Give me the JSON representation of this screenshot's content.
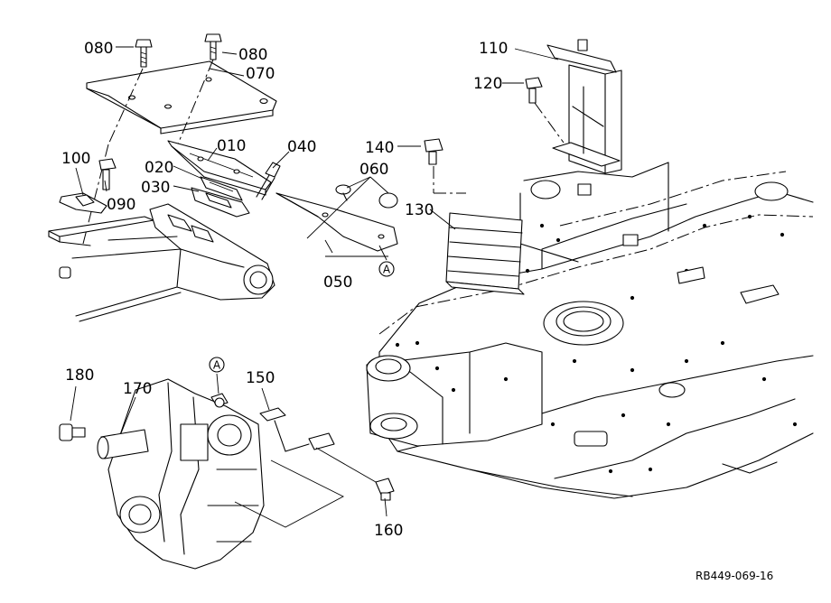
{
  "labels": {
    "p010": "010",
    "p020": "020",
    "p030": "030",
    "p040": "040",
    "p050": "050",
    "p060": "060",
    "p070": "070",
    "p080a": "080",
    "p080b": "080",
    "p090": "090",
    "p100": "100",
    "p110": "110",
    "p120": "120",
    "p130": "130",
    "p140": "140",
    "p150": "150",
    "p160": "160",
    "p170": "170",
    "p180": "180"
  },
  "callouts": {
    "a1": "A",
    "a2": "A"
  },
  "reference_code": "RB449-069-16"
}
